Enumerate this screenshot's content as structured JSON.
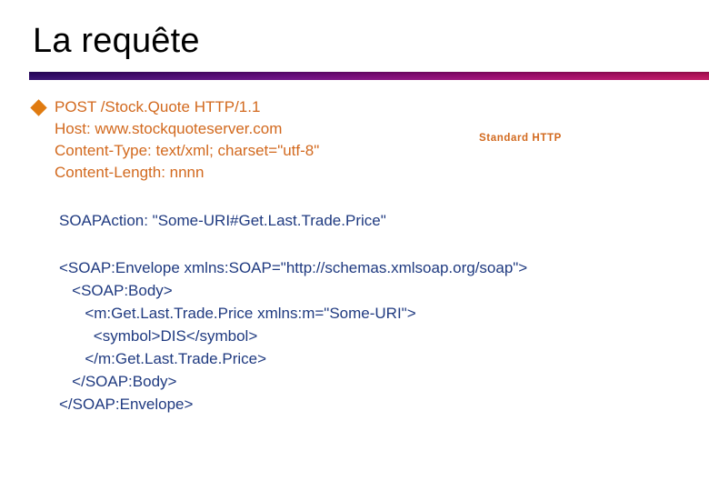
{
  "slide": {
    "title": "La requête",
    "background_color": "#ffffff",
    "rule": {
      "gradient_start": "#2e0a6b",
      "gradient_end": "#c1135f"
    }
  },
  "bullet": {
    "icon": "diamond-bullet-icon",
    "color": "#e07b10"
  },
  "http_request": {
    "color": "#d2691e",
    "lines": [
      "POST /Stock.Quote HTTP/1.1",
      "Host: www.stockquoteserver.com",
      "Content-Type: text/xml; charset=\"utf-8\"",
      "Content-Length: nnnn"
    ]
  },
  "annotation": {
    "label": "Standard HTTP",
    "color": "#d2691e"
  },
  "soap_action": {
    "text": "SOAPAction: \"Some-URI#Get.Last.Trade.Price\"",
    "color": "#1f3a80"
  },
  "soap_envelope": {
    "color": "#1f3a80",
    "lines": [
      "<SOAP:Envelope xmlns:SOAP=\"http://schemas.xmlsoap.org/soap\">",
      "   <SOAP:Body>",
      "      <m:Get.Last.Trade.Price xmlns:m=\"Some-URI\">",
      "        <symbol>DIS</symbol>",
      "      </m:Get.Last.Trade.Price>",
      "   </SOAP:Body>",
      "</SOAP:Envelope>"
    ]
  }
}
